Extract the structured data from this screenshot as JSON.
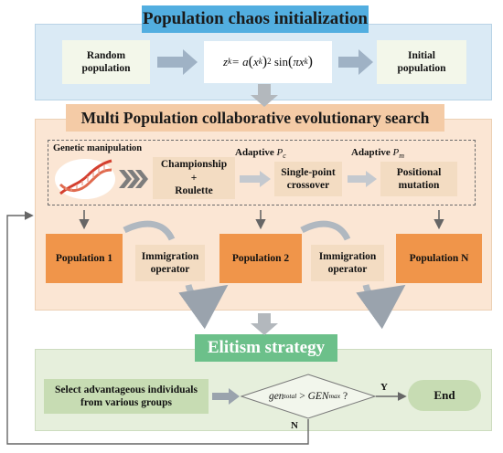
{
  "chaos": {
    "title": "Population chaos initialization",
    "random_population": "Random\npopulation",
    "initial_population": "Initial\npopulation",
    "formula": {
      "lhs": "z",
      "lhs_sub": "k",
      "eq": " = a",
      "x": "x",
      "x_sub": "k",
      "prime": "'",
      "sin": "sin",
      "pi": "π",
      "sq": "2"
    }
  },
  "multi": {
    "title": "Multi Population collaborative evolutionary search",
    "genetic_label": "Genetic manipulation",
    "adaptive_pc": "Adaptive",
    "pc_var": "P",
    "pc_sub": "c",
    "adaptive_pm": "Adaptive",
    "pm_var": "P",
    "pm_sub": "m",
    "championship": "Championship\n+\nRoulette",
    "crossover": "Single-point\ncrossover",
    "mutation": "Positional\nmutation",
    "pop1": "Population 1",
    "pop2": "Population 2",
    "popN": "Population N",
    "immigration1": "Immigration\noperator",
    "immigration2": "Immigration\noperator"
  },
  "elitism": {
    "title": "Elitism strategy",
    "select": "Select advantageous individuals\nfrom various groups",
    "cond_gen": "gen",
    "cond_gen_sub": "total",
    "cond_gt": " > ",
    "cond_GEN": "GEN",
    "cond_GEN_sub": "max",
    "cond_q": " ?",
    "yes": "Y",
    "no": "N",
    "end": "End"
  },
  "colors": {
    "blue_panel": "#daeaf5",
    "blue_title": "#52aee0",
    "orange_panel": "#fbe6d4",
    "orange_title": "#f4cba6",
    "orange_node": "#f0954a",
    "beige_node": "#f3dcc2",
    "green_panel": "#e6efdc",
    "green_title": "#6cc08a",
    "green_node": "#c7dcb3",
    "arrow_grey": "#a0a9b3"
  }
}
